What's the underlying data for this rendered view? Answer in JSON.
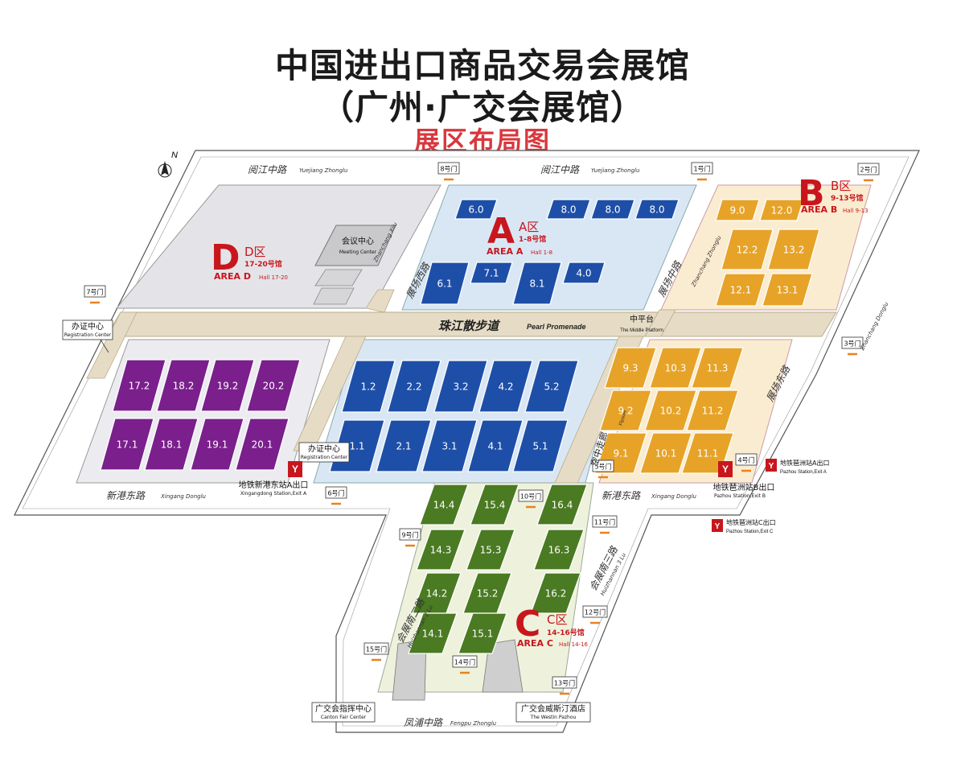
{
  "title": {
    "line1": "中国进出口商品交易会展馆",
    "line2": "（广州·广交会展馆）",
    "line3": "展区布局图"
  },
  "compass": "N",
  "roads": [
    {
      "cn": "阅江中路",
      "en": "Yuejiang Zhonglu"
    },
    {
      "cn": "阅江中路",
      "en": "Yuejiang Zhonglu"
    },
    {
      "cn": "新港东路",
      "en": "Xingang Donglu"
    },
    {
      "cn": "新港东路",
      "en": "Xingang Donglu"
    },
    {
      "cn": "凤浦中路",
      "en": "Fengpu Zhonglu"
    },
    {
      "cn": "展场西路",
      "en": "Zhanchang Xilu"
    },
    {
      "cn": "展场中路",
      "en": "Zhanchang Zhonglu"
    },
    {
      "cn": "展场东路",
      "en": "Zhanchang Donglu"
    },
    {
      "cn": "会展南二路",
      "en": "Huizhannan 2 Lu"
    },
    {
      "cn": "会展南三路",
      "en": "Huizhannan 3 Lu"
    }
  ],
  "promenade": {
    "cn": "珠江散步道",
    "en": "Pearl Promenade"
  },
  "middle_platform": {
    "cn": "中平台",
    "en": "The Middle Platform"
  },
  "skywalk": {
    "cn": "空中走廊",
    "en": "Flyover"
  },
  "meeting_center": {
    "cn": "会议中心",
    "en": "Meeting Center"
  },
  "registration": [
    {
      "cn": "办证中心",
      "en": "Registration Center"
    },
    {
      "cn": "办证中心",
      "en": "Registration Center"
    }
  ],
  "areas": {
    "A": {
      "letter": "A",
      "cn": "A区",
      "halls": "1-8号馆",
      "en": "AREA A",
      "en2": "Hall 1-8"
    },
    "B": {
      "letter": "B",
      "cn": "B区",
      "halls": "9-13号馆",
      "en": "AREA B",
      "en2": "Hall 9-13"
    },
    "C": {
      "letter": "C",
      "cn": "C区",
      "halls": "14-16号馆",
      "en": "AREA C",
      "en2": "Hall 14-16"
    },
    "D": {
      "letter": "D",
      "cn": "D区",
      "halls": "17-20号馆",
      "en": "AREA D",
      "en2": "Hall 17-20"
    }
  },
  "colors": {
    "areaA": "#1e4fa8",
    "areaB": "#e7a328",
    "areaC": "#4a7a22",
    "areaD": "#7a1f8c",
    "promenade": "#e6dcc6",
    "accent_red": "#c8161d"
  },
  "halls": {
    "A_north": [
      "6.0",
      "8.0",
      "8.0",
      "8.0",
      "6.1",
      "7.1",
      "8.1",
      "4.0"
    ],
    "A_south": [
      "1.2",
      "2.2",
      "3.2",
      "4.2",
      "5.2",
      "1.1",
      "2.1",
      "3.1",
      "4.1",
      "5.1"
    ],
    "B_north": [
      "9.0",
      "12.0",
      "12.2",
      "13.2",
      "12.1",
      "13.1"
    ],
    "B_south": [
      "9.3",
      "10.3",
      "11.3",
      "9.2",
      "10.2",
      "11.2",
      "9.1",
      "10.1",
      "11.1"
    ],
    "C": [
      "14.4",
      "15.4",
      "16.4",
      "14.3",
      "15.3",
      "16.3",
      "14.2",
      "15.2",
      "16.2",
      "14.1",
      "15.1"
    ],
    "D": [
      "17.2",
      "18.2",
      "19.2",
      "20.2",
      "17.1",
      "18.1",
      "19.1",
      "20.1"
    ]
  },
  "gates": [
    "1号门",
    "2号门",
    "3号门",
    "4号门",
    "5号门",
    "6号门",
    "7号门",
    "8号门",
    "9号门",
    "10号门",
    "11号门",
    "12号门",
    "13号门",
    "14号门",
    "15号门"
  ],
  "metro": [
    {
      "cn": "地铁新港东站A出口",
      "en": "Xingangdong Station,Exit A"
    },
    {
      "cn": "地铁琶洲站B出口",
      "en": "Pazhou Station,Exit B"
    },
    {
      "cn": "地铁琶洲站A出口",
      "en": "Pazhou Station,Exit A"
    },
    {
      "cn": "地铁琶洲站C出口",
      "en": "Pazhou Station,Exit C"
    }
  ],
  "landmarks": [
    {
      "cn": "广交会指挥中心",
      "en": "Canton Fair Center"
    },
    {
      "cn": "广交会威斯汀酒店",
      "en": "The Westin Pazhou"
    }
  ]
}
